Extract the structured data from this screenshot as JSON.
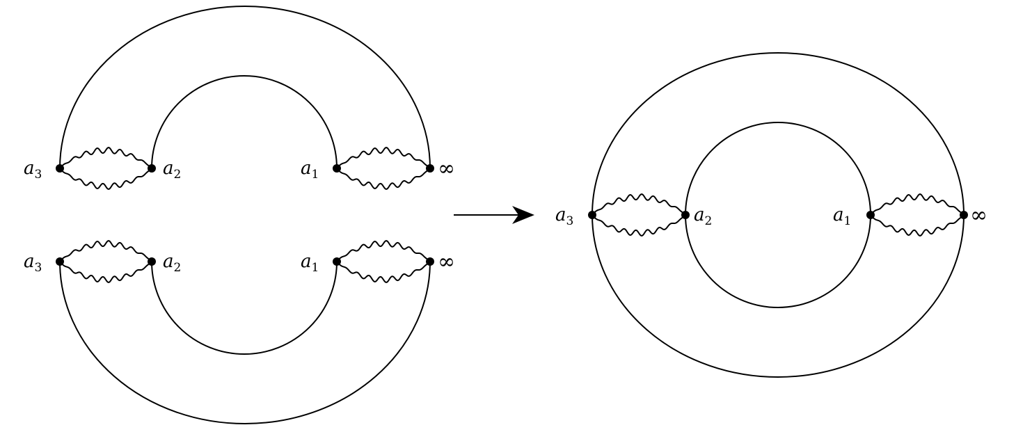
{
  "labels": {
    "a3_main": "a",
    "a3_sub": "3",
    "a2_main": "a",
    "a2_sub": "2",
    "a1_main": "a",
    "a1_sub": "1",
    "infinity": "∞"
  },
  "colors": {
    "stroke": "#000000",
    "background": "#ffffff"
  }
}
